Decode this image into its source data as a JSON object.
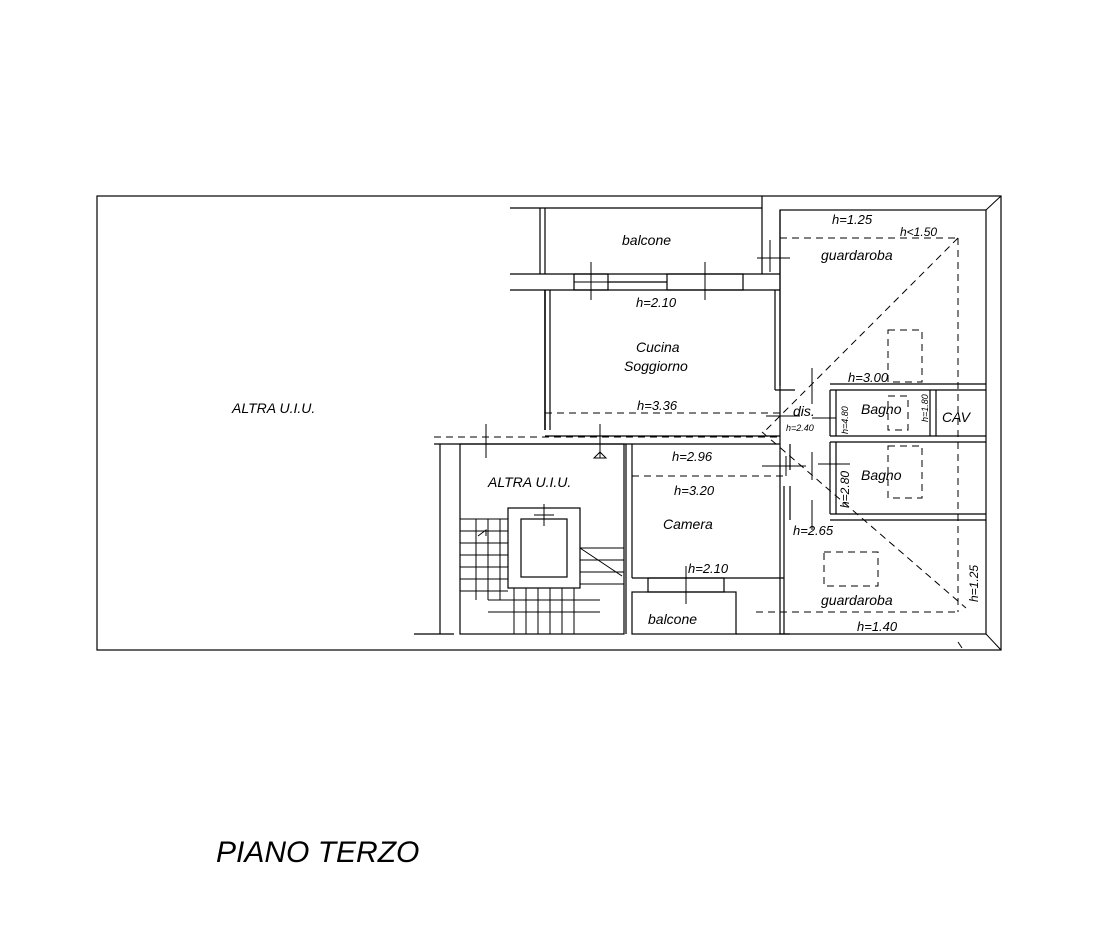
{
  "title": "PIANO TERZO",
  "rooms": {
    "altra_left": "ALTRA U.I.U.",
    "altra_stair": "ALTRA U.I.U.",
    "balcone_top": "balcone",
    "cucina_1": "Cucina",
    "cucina_2": "Soggiorno",
    "camera": "Camera",
    "balcone_bottom": "balcone",
    "dis": "dis.",
    "bagno_1": "Bagno",
    "bagno_2": "Bagno",
    "cav": "CAV",
    "guardaroba_top": "guardaroba",
    "guardaroba_bottom": "guardaroba"
  },
  "heights": {
    "h_balcone_top": "h=2.10",
    "h_cucina": "h=3.36",
    "h_camera_a": "h=2.96",
    "h_camera_b": "h=3.20",
    "h_balcone_bottom": "h=2.10",
    "h_guard_top_a": "h=1.25",
    "h_guard_top_b": "h<1.50",
    "h_bagno_top": "h=3.00",
    "h_dis": "h=2.40",
    "h_bagno1_v": "h=4.80",
    "h_cav_v": "h=1.80",
    "h_bagno2_v": "h=2.80",
    "h_corr": "h=2.65",
    "h_guard_bottom": "h=1.40",
    "h_guard_right_v": "h=1.25"
  }
}
